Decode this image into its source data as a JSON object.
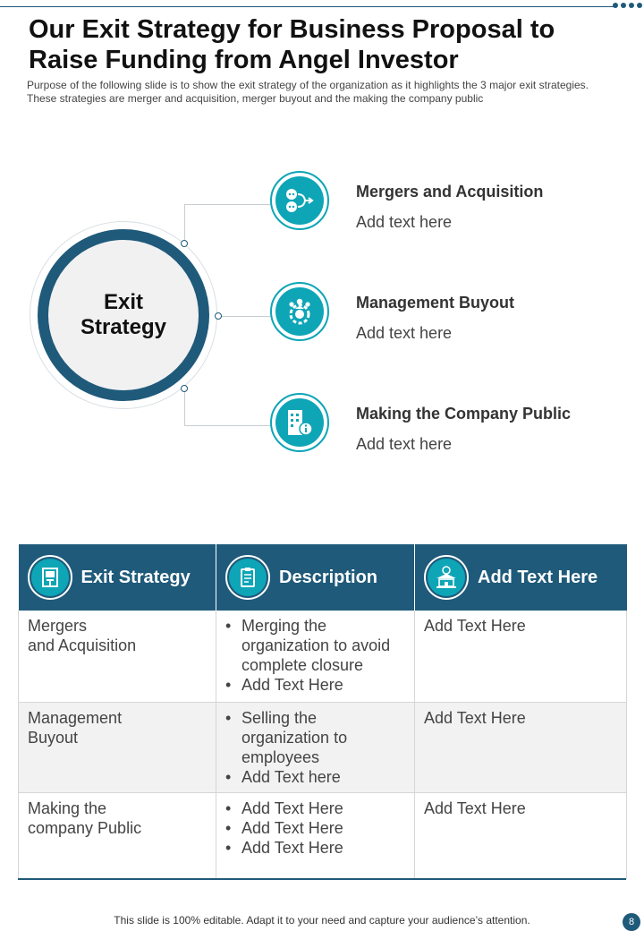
{
  "header": {
    "title": "Our Exit Strategy for Business Proposal to Raise Funding from Angel Investor",
    "subtitle": "Purpose of the following slide is to show the exit strategy of the organization as it highlights the 3 major exit strategies. These strategies are merger and acquisition, merger buyout and the making the company public"
  },
  "diagram": {
    "center_label": "Exit Strategy",
    "items": [
      {
        "title": "Mergers and Acquisition",
        "text": "Add text here",
        "icon": "merge-flow-icon"
      },
      {
        "title": "Management Buyout",
        "text": "Add text here",
        "icon": "team-gear-icon"
      },
      {
        "title": "Making the Company Public",
        "text": "Add text here",
        "icon": "building-info-icon"
      }
    ]
  },
  "table": {
    "headers": [
      {
        "label": "Exit Strategy",
        "icon": "exit-door-icon"
      },
      {
        "label": "Description",
        "icon": "clipboard-icon"
      },
      {
        "label": "Add Text Here",
        "icon": "bank-dollar-icon"
      }
    ],
    "rows": [
      {
        "strategy": [
          "Mergers",
          "and Acquisition"
        ],
        "description": [
          "Merging the organization to avoid complete closure",
          "Add Text Here"
        ],
        "extra": "Add Text Here"
      },
      {
        "strategy": [
          "Management",
          "Buyout"
        ],
        "description": [
          "Selling the organization to employees",
          "Add Text here"
        ],
        "extra": "Add Text Here"
      },
      {
        "strategy": [
          "Making the",
          "company Public"
        ],
        "description": [
          "Add Text Here",
          "Add Text Here",
          "Add Text Here"
        ],
        "extra": "Add Text Here"
      }
    ]
  },
  "footer": {
    "note": "This slide is 100% editable. Adapt it to your need and capture your audience’s attention.",
    "page_number": "8"
  },
  "colors": {
    "primary": "#1f5a7a",
    "accent": "#0ea5b7",
    "row_alt": "#f2f2f2"
  }
}
